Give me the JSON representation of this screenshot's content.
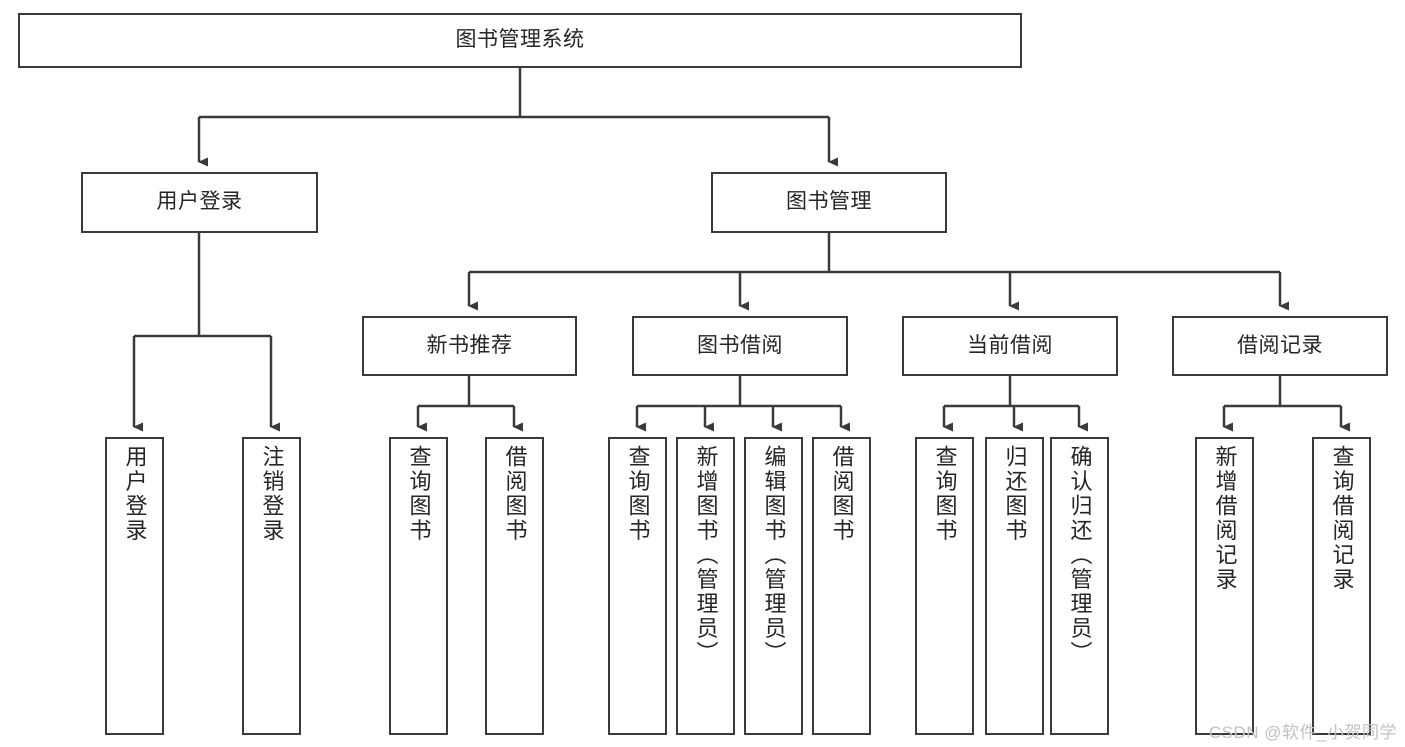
{
  "diagram": {
    "type": "tree",
    "title": "图书管理系统",
    "watermark": "CSDN @软件_小贺同学",
    "colors": {
      "node_border": "#3a3a3a",
      "node_fill": "#ffffff",
      "edge": "#3a3a3a",
      "text": "#262626",
      "watermark": "#c2c2c2",
      "background": "#ffffff"
    },
    "nodes": {
      "root": {
        "label": "图书管理系统"
      },
      "level2": [
        {
          "id": "user-login",
          "label": "用户登录"
        },
        {
          "id": "book-management",
          "label": "图书管理"
        }
      ],
      "level3": [
        {
          "id": "new-book-recommend",
          "label": "新书推荐"
        },
        {
          "id": "book-borrow",
          "label": "图书借阅"
        },
        {
          "id": "current-borrow",
          "label": "当前借阅"
        },
        {
          "id": "borrow-record",
          "label": "借阅记录"
        }
      ],
      "leaves": {
        "user-login": [
          {
            "id": "leaf-user-login",
            "label": "用户登录"
          },
          {
            "id": "leaf-logout",
            "label": "注销登录"
          }
        ],
        "new-book-recommend": [
          {
            "id": "leaf-query-book-1",
            "label": "查询图书"
          },
          {
            "id": "leaf-borrow-book-1",
            "label": "借阅图书"
          }
        ],
        "book-borrow": [
          {
            "id": "leaf-query-book-2",
            "label": "查询图书"
          },
          {
            "id": "leaf-add-book",
            "label": "新增图书（管理员）"
          },
          {
            "id": "leaf-edit-book",
            "label": "编辑图书（管理员）"
          },
          {
            "id": "leaf-borrow-book-2",
            "label": "借阅图书"
          }
        ],
        "current-borrow": [
          {
            "id": "leaf-query-book-3",
            "label": "查询图书"
          },
          {
            "id": "leaf-return-book",
            "label": "归还图书"
          },
          {
            "id": "leaf-confirm-return",
            "label": "确认归还（管理员）"
          }
        ],
        "borrow-record": [
          {
            "id": "leaf-add-record",
            "label": "新增借阅记录"
          },
          {
            "id": "leaf-query-record",
            "label": "查询借阅记录"
          }
        ]
      }
    }
  }
}
